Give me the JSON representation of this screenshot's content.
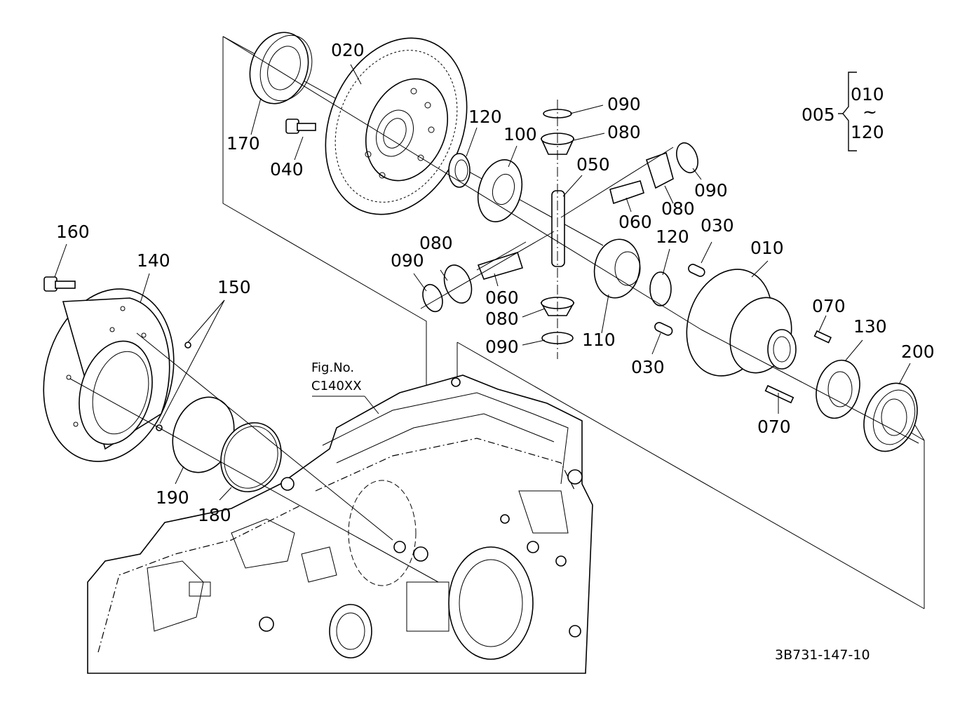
{
  "labels": {
    "p005": "005",
    "p010a": "010",
    "tilde": "~",
    "p120a": "120",
    "p020": "020",
    "p170": "170",
    "p040": "040",
    "p120b": "120",
    "p100": "100",
    "p090a": "090",
    "p080a": "080",
    "p050": "050",
    "p060a": "060",
    "p080b": "080",
    "p090b": "090",
    "p160": "160",
    "p140": "140",
    "p150": "150",
    "p080c": "080",
    "p090c": "090",
    "p060b": "060",
    "p080d": "080",
    "p090d": "090",
    "p110": "110",
    "p120c": "120",
    "p030a": "030",
    "p010b": "010",
    "p070a": "070",
    "p130": "130",
    "p200": "200",
    "p030b": "030",
    "p070b": "070",
    "p190": "190",
    "p180": "180"
  },
  "figref": {
    "line1": "Fig.No.",
    "line2": "C140XX"
  },
  "drawing_code": "3B731-147-10"
}
